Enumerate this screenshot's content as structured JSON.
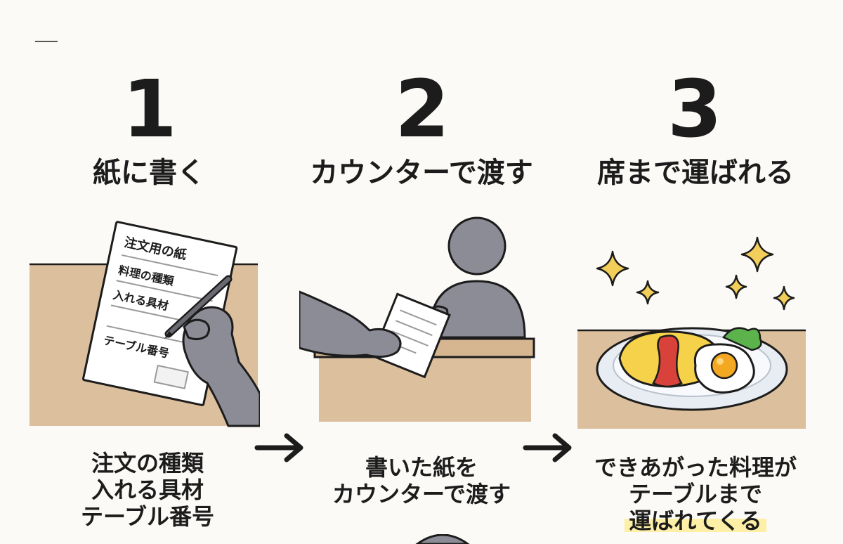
{
  "steps": [
    {
      "number": "1",
      "title": "紙に書く",
      "paper": {
        "heading": "注文用の紙",
        "line1": "料理の種類",
        "line2": "入れる具材",
        "line3": "テーブル番号"
      },
      "caption": [
        "注文の種類",
        "入れる具材",
        "テーブル番号"
      ]
    },
    {
      "number": "2",
      "title": "カウンターで渡す",
      "caption": [
        "書いた紙を",
        "カウンターで渡す"
      ]
    },
    {
      "number": "3",
      "title": "席まで運ばれる",
      "caption": [
        "できあがった料理が",
        "テーブルまで",
        "運ばれてくる"
      ]
    }
  ],
  "arrows": [
    "arrow-right",
    "arrow-right"
  ],
  "colors": {
    "table": "#dcbf9c",
    "person": "#8c8c96",
    "outline": "#1c1c1c",
    "sparkle": "#f2cf5a",
    "highlight": "#fdf0a6"
  }
}
